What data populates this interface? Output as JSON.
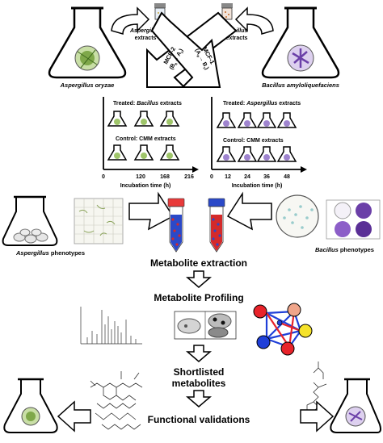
{
  "top": {
    "left_organism": "Aspergillus oryzae",
    "right_organism": "Bacillus amyloliquefaciens",
    "left_extract_name": "Aspergillus",
    "left_extract_suffix": "extracts",
    "right_extract_name": "Bacillus",
    "right_extract_suffix": "extracts",
    "mcf2_label": "MCF-2",
    "mcf2_sub": "(B",
    "mcf2_sub2": "→ A",
    "mcf2_sub3": ")",
    "mcf1_label": "MCF-1",
    "mcf1_sub": "(A",
    "mcf1_sub2": "→ B",
    "mcf1_sub3": ")",
    "subscript_char": "e",
    "subscript_char2": "r"
  },
  "left_panel": {
    "treated_prefix": "Treated: ",
    "treated_name": "Bacillus",
    "treated_suffix": " extracts",
    "control": "Control: CMM extracts",
    "ticks": [
      "0",
      "120",
      "168",
      "216"
    ],
    "axis_label": "Incubation time (h)"
  },
  "right_panel": {
    "treated_prefix": "Treated: ",
    "treated_name": "Aspergillus",
    "treated_suffix": " extracts",
    "control": "Control: CMM extracts",
    "ticks": [
      "0",
      "12",
      "24",
      "36",
      "48"
    ],
    "axis_label": "Incubation time (h)"
  },
  "phenotypes": {
    "left_name": "Aspergillus",
    "left_suffix": " phenotypes",
    "right_name": "Bacillus",
    "right_suffix": " phenotypes"
  },
  "steps": {
    "extraction": "Metabolite extraction",
    "profiling": "Metabolite Profiling",
    "shortlisted_1": "Shortlisted",
    "shortlisted_2": "metabolites",
    "functional": "Functional validations"
  },
  "colors": {
    "aspergillus_green": "#7fa84a",
    "bacillus_purple": "#6b3fa8",
    "network_red": "#e8232a",
    "network_blue": "#1f3fd8",
    "network_yellow": "#f5e22a",
    "network_salmon": "#f0a58a",
    "tube_blue": "#2b49c8",
    "tube_red": "#d42a2a"
  }
}
